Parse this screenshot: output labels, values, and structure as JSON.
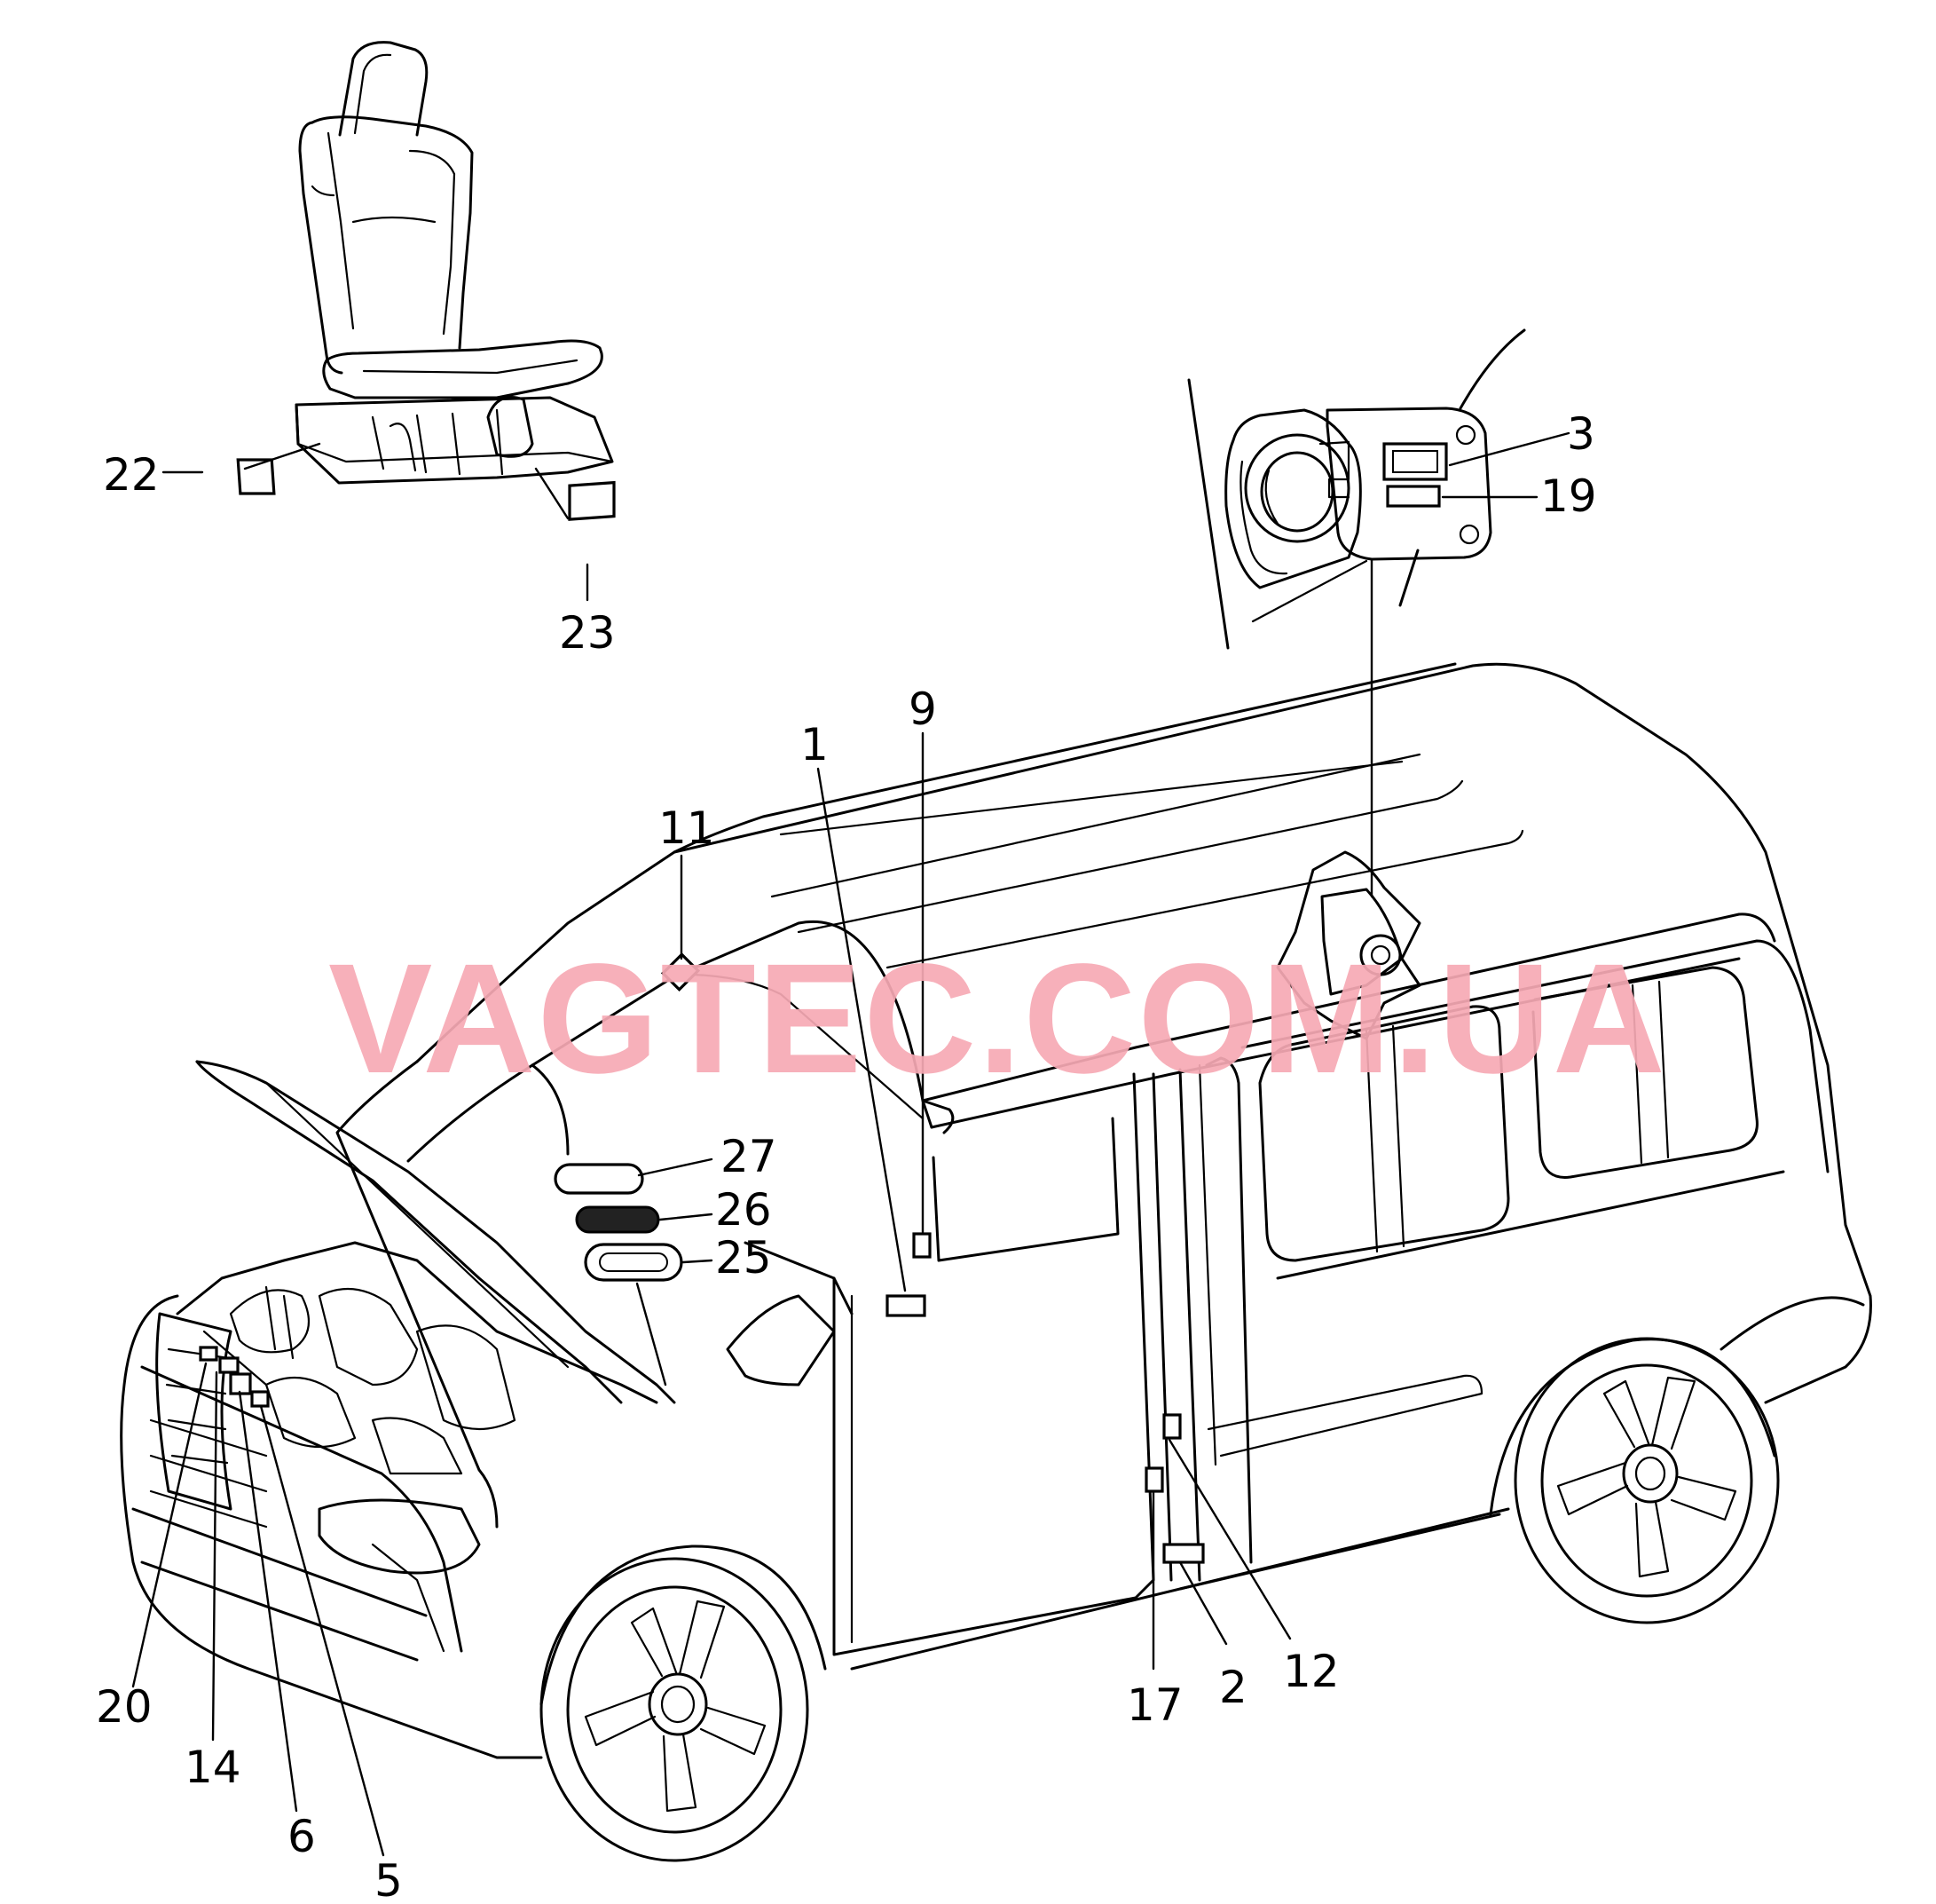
{
  "watermark": "VAGTEC.COM.UA",
  "callouts": [
    "1",
    "2",
    "3",
    "5",
    "6",
    "9",
    "11",
    "12",
    "14",
    "17",
    "19",
    "20",
    "22",
    "23",
    "25",
    "26",
    "27"
  ]
}
